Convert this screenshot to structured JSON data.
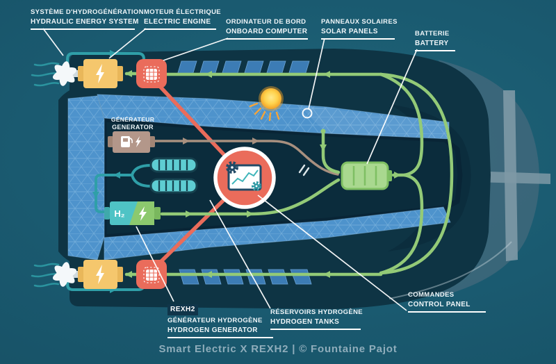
{
  "caption": "Smart Electric X REXH2 | © Fountaine Pajot",
  "labels": {
    "hydro_system": {
      "fr": "SYSTÈME D'HYDROGÉNÉRATION",
      "en": "HYDRAULIC ENERGY SYSTEM"
    },
    "electric_engine": {
      "fr": "MOTEUR ÉLECTRIQUE",
      "en": "ELECTRIC ENGINE"
    },
    "onboard_computer": {
      "fr": "ORDINATEUR DE BORD",
      "en": "ONBOARD COMPUTER"
    },
    "solar_panels": {
      "fr": "PANNEAUX SOLAIRES",
      "en": "SOLAR PANELS"
    },
    "battery": {
      "fr": "BATTERIE",
      "en": "BATTERY"
    },
    "generator": {
      "fr": "GÉNÉRATEUR",
      "en": "GENERATOR"
    },
    "control_panel": {
      "fr": "COMMANDES",
      "en": "CONTROL PANEL"
    },
    "hydrogen_tanks": {
      "fr": "RÉSERVOIRS HYDROGÈNE",
      "en": "HYDROGEN TANKS"
    },
    "hydrogen_generator": {
      "badge": "REXH2",
      "fr": "GÉNÉRATEUR HYDROGÈNE",
      "en": "HYDROGEN GENERATOR"
    }
  },
  "component_text": {
    "h2_label": "H₂"
  },
  "colors": {
    "background": "#1a586f",
    "hull_dark": "#0e3444",
    "panel_blue": "#4e93cc",
    "accent_green": "#93ca77",
    "accent_teal": "#2f9fa8",
    "accent_coral": "#ea6c5b",
    "accent_yellow": "#f5c76d",
    "accent_tan": "#a8907f",
    "sun_yellow": "#ffd34d",
    "label_text": "#eef5f8",
    "caption_text": "#8fadbb"
  }
}
